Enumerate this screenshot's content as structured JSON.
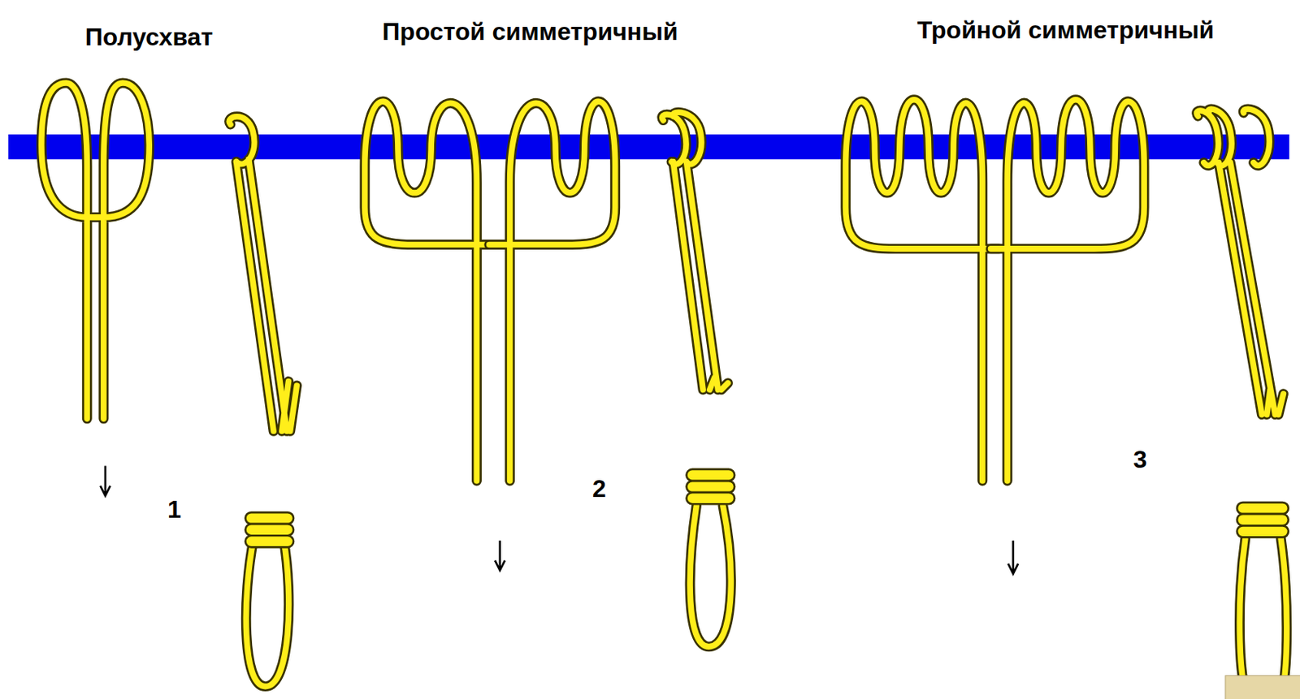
{
  "diagram": {
    "labels": [
      "Полусхват",
      "Простой симметричный",
      "Тройной симметричный",
      "1",
      "2",
      "3"
    ]
  }
}
